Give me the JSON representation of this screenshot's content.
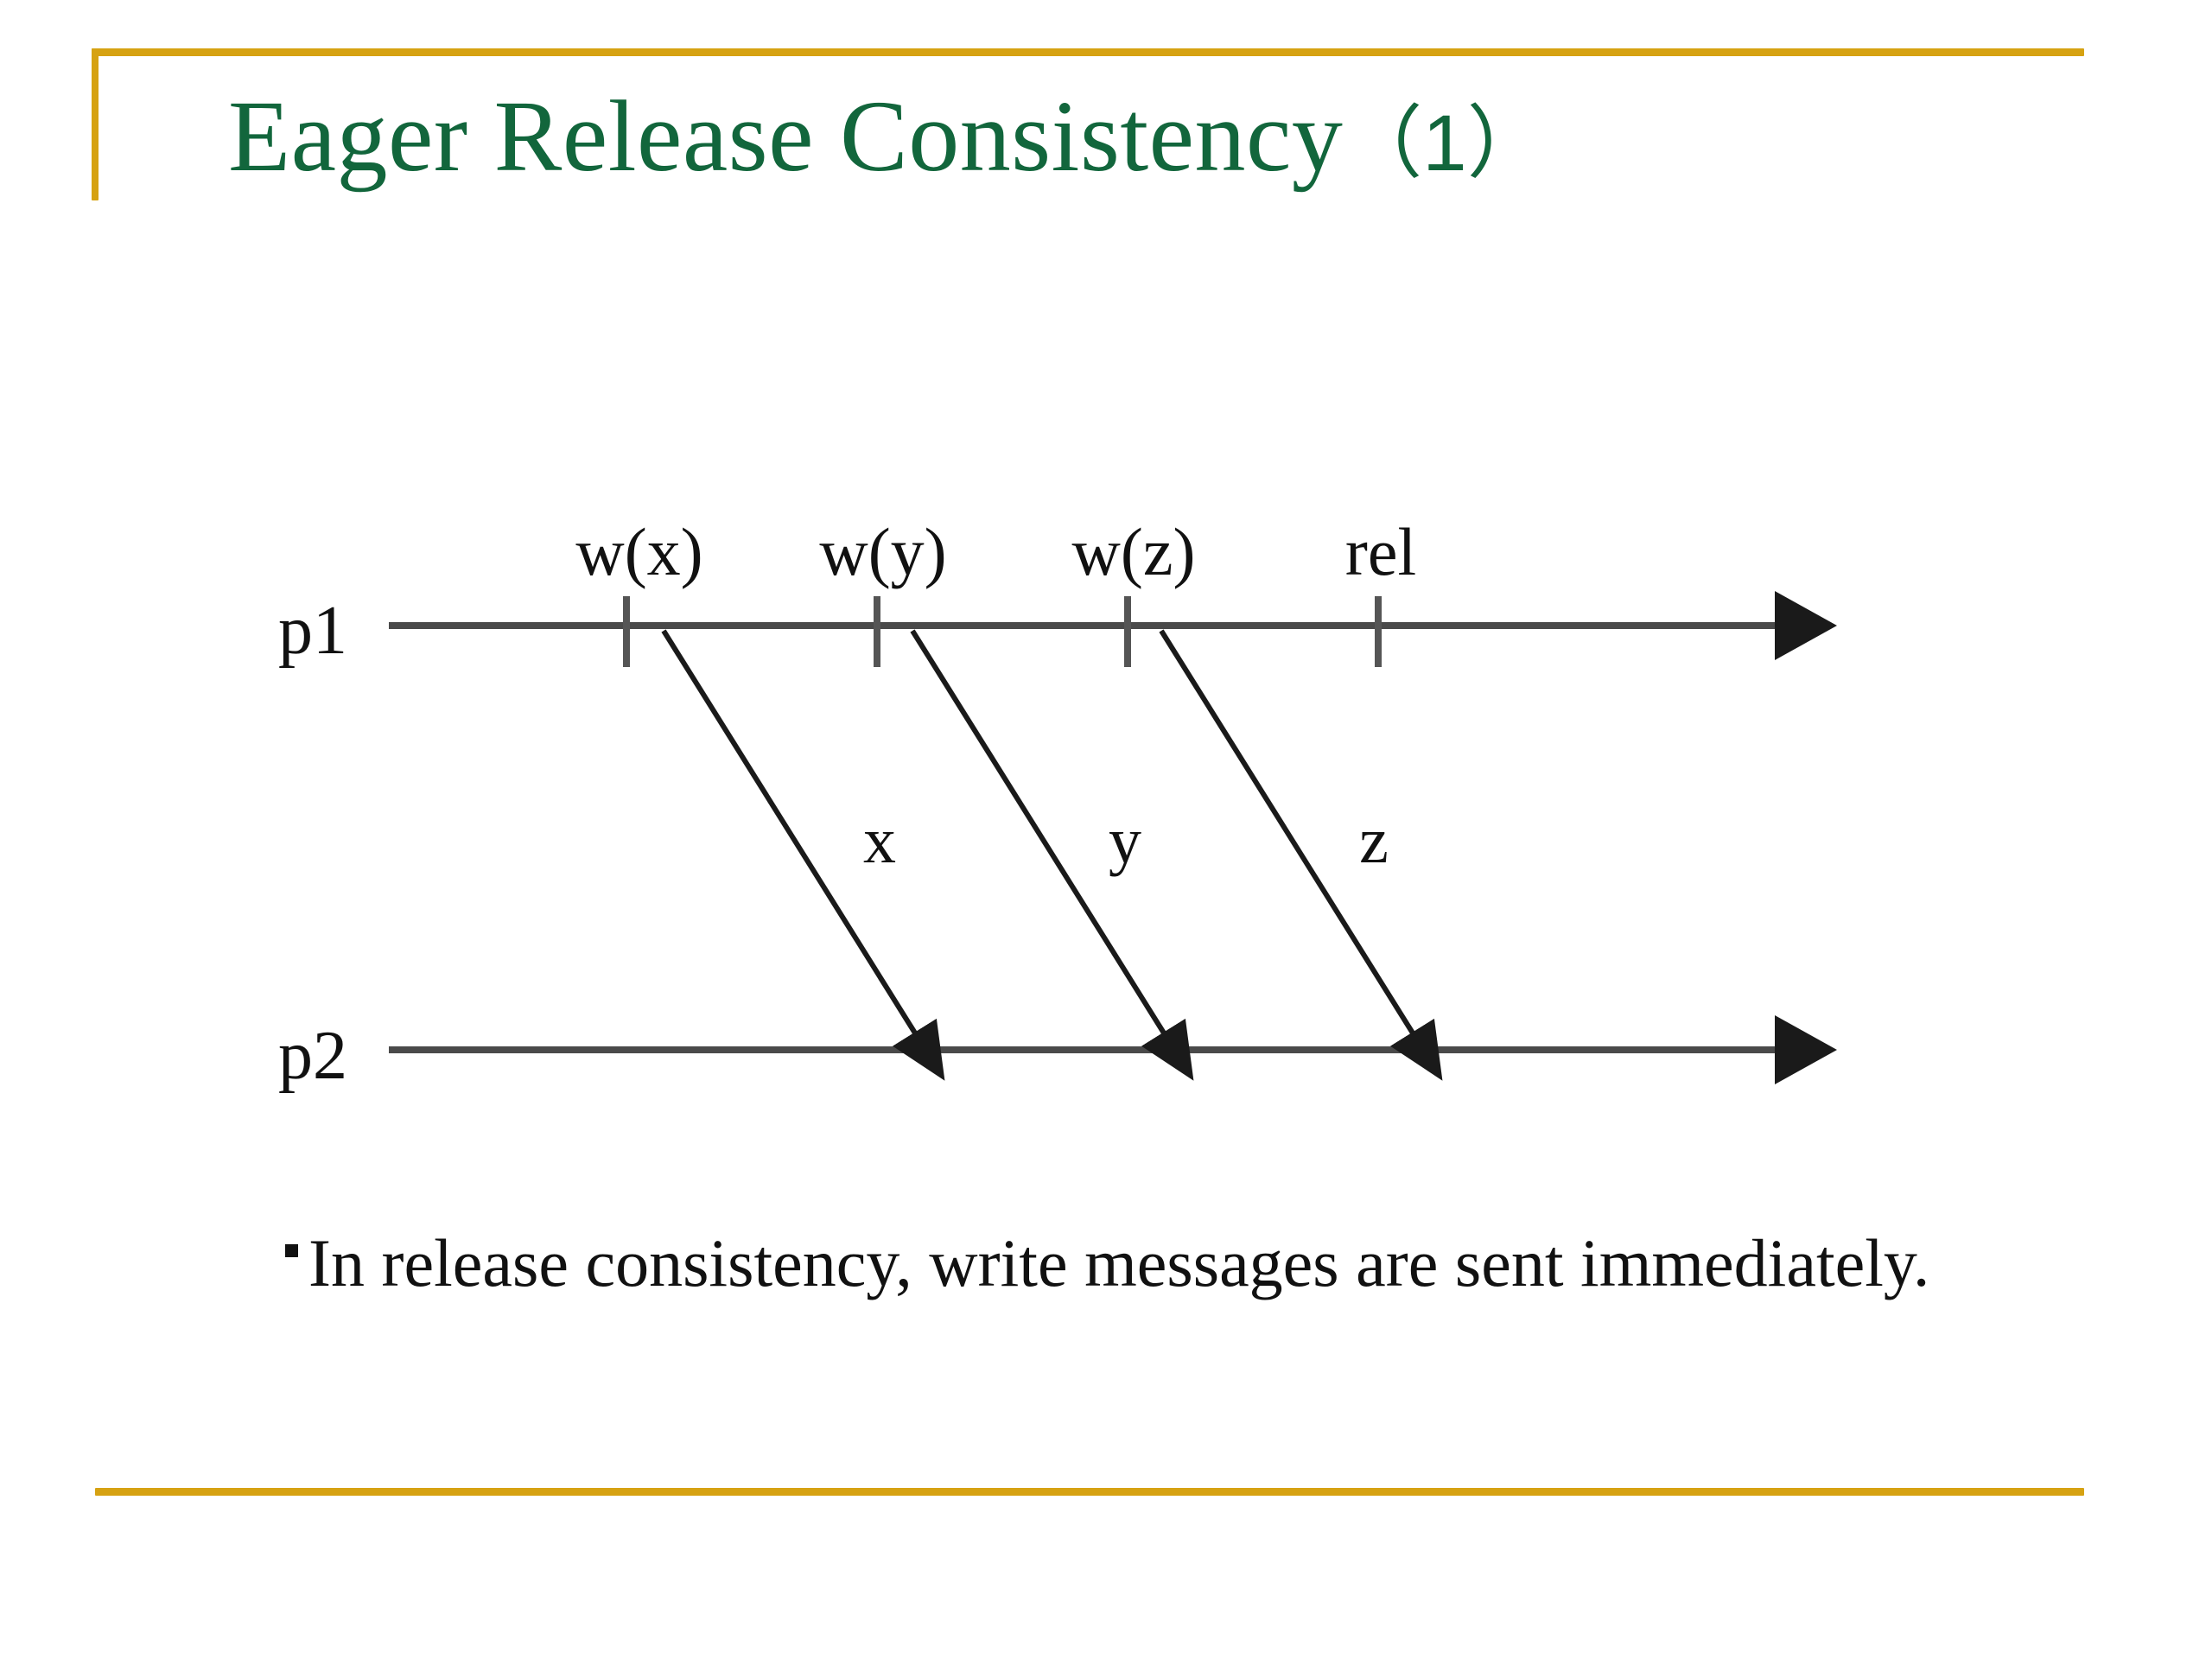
{
  "slide": {
    "title_main": "Eager Release Consistency",
    "title_number": "（1）",
    "accent_color": "#d6a212",
    "title_color": "#12663c",
    "body_color": "#111111",
    "background_color": "#ffffff"
  },
  "diagram": {
    "processes": [
      {
        "id": "p1",
        "label": "p1"
      },
      {
        "id": "p2",
        "label": "p2"
      }
    ],
    "events": [
      {
        "label": "w(x)",
        "process": "p1"
      },
      {
        "label": "w(y)",
        "process": "p1"
      },
      {
        "label": "w(z)",
        "process": "p1"
      },
      {
        "label": "rel",
        "process": "p1"
      }
    ],
    "messages": [
      {
        "label": "x",
        "from": "p1",
        "to": "p2"
      },
      {
        "label": "y",
        "from": "p1",
        "to": "p2"
      },
      {
        "label": "z",
        "from": "p1",
        "to": "p2"
      }
    ]
  },
  "body": {
    "bullet_text": "In release consistency,  write messages are sent immediately."
  }
}
